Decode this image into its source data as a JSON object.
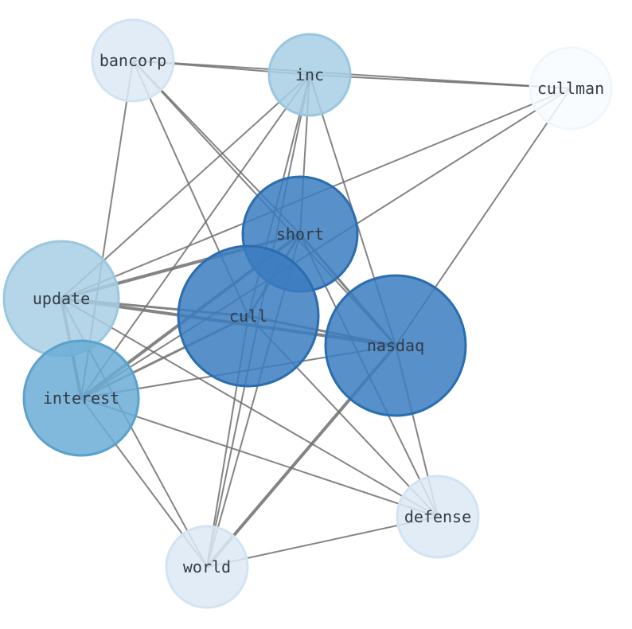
{
  "nodes": [
    {
      "id": "bancorp",
      "label": "bancorp",
      "fill": "#dce9f6",
      "stroke": "#d2e3f3"
    },
    {
      "id": "inc",
      "label": "inc",
      "fill": "#a8cfe5",
      "stroke": "#9ac7e0"
    },
    {
      "id": "cullman",
      "label": "cullman",
      "fill": "#f7fbff",
      "stroke": "#f0f6fd"
    },
    {
      "id": "short",
      "label": "short",
      "fill": "#3b7dbf",
      "stroke": "#2a6db0"
    },
    {
      "id": "update",
      "label": "update",
      "fill": "#a8cfe5",
      "stroke": "#9ac7e0"
    },
    {
      "id": "cull",
      "label": "cull",
      "fill": "#3b7dbf",
      "stroke": "#2a6db0"
    },
    {
      "id": "nasdaq",
      "label": "nasdaq",
      "fill": "#3b7dbf",
      "stroke": "#2a6db0"
    },
    {
      "id": "interest",
      "label": "interest",
      "fill": "#6aadd5",
      "stroke": "#5aa1cd"
    },
    {
      "id": "defense",
      "label": "defense",
      "fill": "#dce9f6",
      "stroke": "#d2e3f3"
    },
    {
      "id": "world",
      "label": "world",
      "fill": "#dce9f6",
      "stroke": "#d2e3f3"
    }
  ],
  "edges": [
    {
      "source": "bancorp",
      "target": "inc",
      "weight": 2
    },
    {
      "source": "bancorp",
      "target": "cullman",
      "weight": 2
    },
    {
      "source": "bancorp",
      "target": "short",
      "weight": 2
    },
    {
      "source": "bancorp",
      "target": "nasdaq",
      "weight": 2
    },
    {
      "source": "bancorp",
      "target": "cull",
      "weight": 2
    },
    {
      "source": "bancorp",
      "target": "interest",
      "weight": 2
    },
    {
      "source": "inc",
      "target": "cullman",
      "weight": 2
    },
    {
      "source": "inc",
      "target": "update",
      "weight": 2
    },
    {
      "source": "inc",
      "target": "interest",
      "weight": 2
    },
    {
      "source": "inc",
      "target": "short",
      "weight": 2
    },
    {
      "source": "inc",
      "target": "cull",
      "weight": 2
    },
    {
      "source": "inc",
      "target": "nasdaq",
      "weight": 2
    },
    {
      "source": "inc",
      "target": "world",
      "weight": 2
    },
    {
      "source": "cullman",
      "target": "update",
      "weight": 2
    },
    {
      "source": "cullman",
      "target": "interest",
      "weight": 2
    },
    {
      "source": "cullman",
      "target": "nasdaq",
      "weight": 2
    },
    {
      "source": "short",
      "target": "update",
      "weight": 4
    },
    {
      "source": "short",
      "target": "interest",
      "weight": 4
    },
    {
      "source": "short",
      "target": "nasdaq",
      "weight": 3
    },
    {
      "source": "short",
      "target": "cull",
      "weight": 3
    },
    {
      "source": "short",
      "target": "defense",
      "weight": 2
    },
    {
      "source": "short",
      "target": "world",
      "weight": 2
    },
    {
      "source": "update",
      "target": "cull",
      "weight": 3
    },
    {
      "source": "update",
      "target": "nasdaq",
      "weight": 4
    },
    {
      "source": "update",
      "target": "interest",
      "weight": 4
    },
    {
      "source": "update",
      "target": "defense",
      "weight": 2
    },
    {
      "source": "update",
      "target": "world",
      "weight": 2
    },
    {
      "source": "cull",
      "target": "nasdaq",
      "weight": 3
    },
    {
      "source": "cull",
      "target": "interest",
      "weight": 3
    },
    {
      "source": "cull",
      "target": "world",
      "weight": 2
    },
    {
      "source": "cull",
      "target": "defense",
      "weight": 2
    },
    {
      "source": "nasdaq",
      "target": "interest",
      "weight": 2
    },
    {
      "source": "nasdaq",
      "target": "world",
      "weight": 4
    },
    {
      "source": "nasdaq",
      "target": "defense",
      "weight": 2
    },
    {
      "source": "interest",
      "target": "defense",
      "weight": 2
    },
    {
      "source": "interest",
      "target": "world",
      "weight": 2
    },
    {
      "source": "world",
      "target": "defense",
      "weight": 2
    }
  ]
}
